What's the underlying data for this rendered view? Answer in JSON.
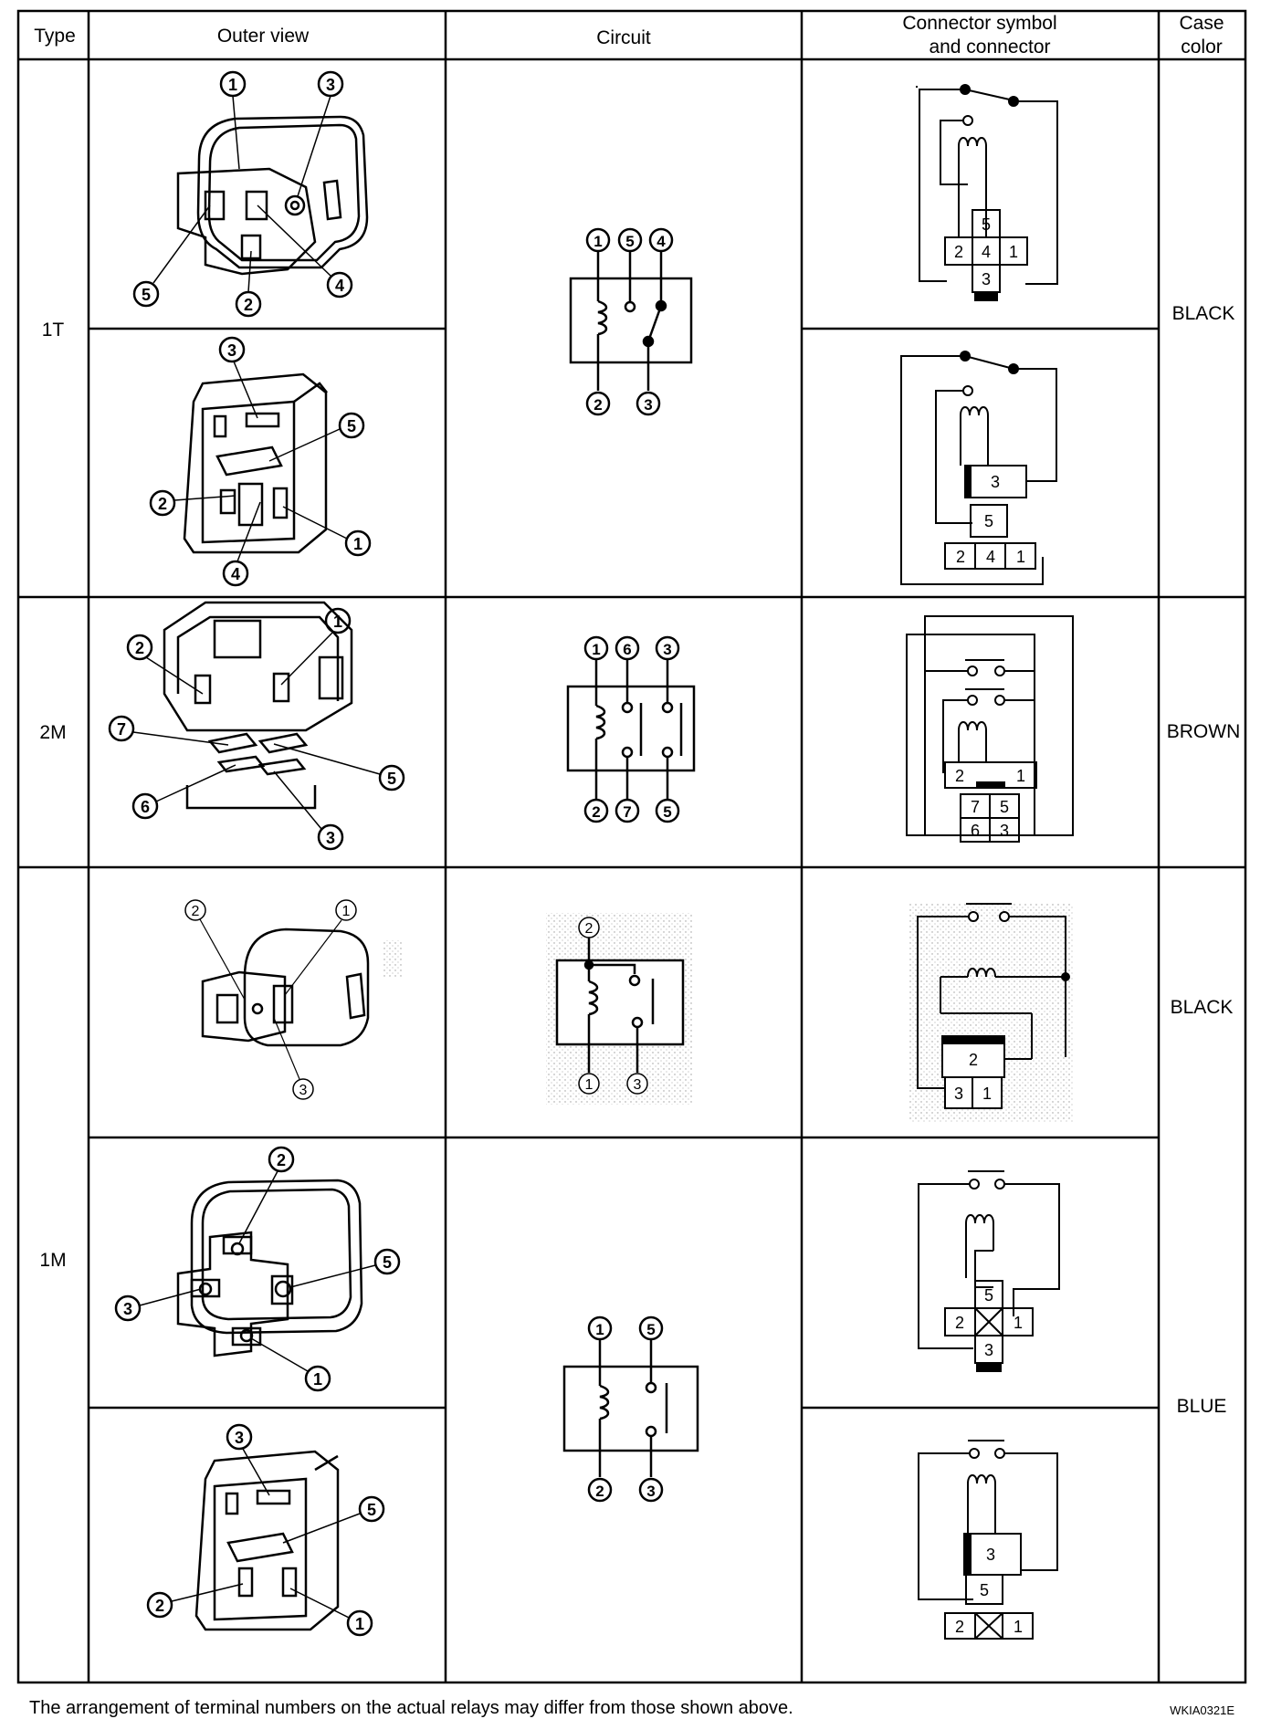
{
  "headers": {
    "type": "Type",
    "outer_view": "Outer view",
    "circuit": "Circuit",
    "connector_line1": "Connector symbol",
    "connector_line2": "and connector",
    "case_line1": "Case",
    "case_line2": "color"
  },
  "types": {
    "t1": "1T",
    "t2": "2M",
    "t3": "1M"
  },
  "case_colors": {
    "c1": "BLACK",
    "c2": "BROWN",
    "c3": "BLACK",
    "c4": "BLUE"
  },
  "terminals": {
    "one": "1",
    "two": "2",
    "three": "3",
    "four": "4",
    "five": "5",
    "six": "6",
    "seven": "7"
  },
  "footnote": "The arrangement of terminal numbers on the actual relays may differ from those shown above.",
  "figure_code": "WKIA0321E"
}
